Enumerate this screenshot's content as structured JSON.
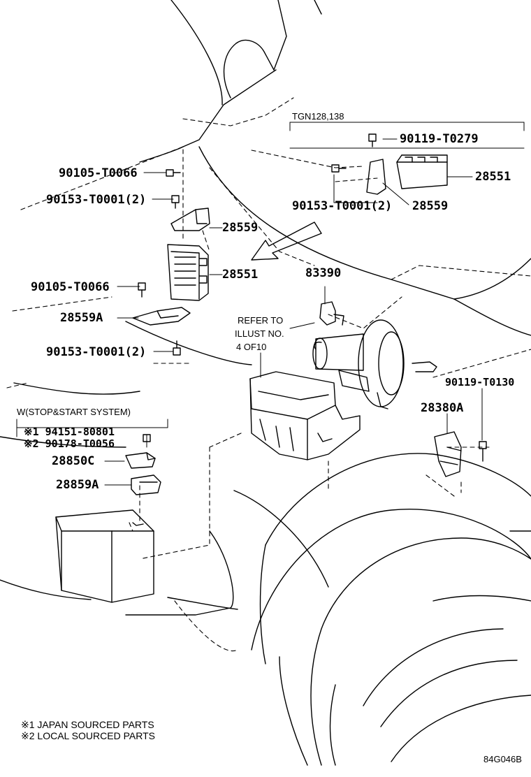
{
  "labels": {
    "tgn_note": "TGN128,138",
    "pn_90119_t0279": "90119-T0279",
    "pn_28551_upper": "28551",
    "pn_90153_upper": "90153-T0001(2)",
    "pn_28559_upper": "28559",
    "pn_90105_t0066_top": "90105-T0066",
    "pn_90153_left_top": "90153-T0001(2)",
    "pn_28559_left": "28559",
    "pn_28551_left": "28551",
    "pn_90105_t0066_mid": "90105-T0066",
    "pn_28559a": "28559A",
    "pn_90153_left_bottom": "90153-T0001(2)",
    "pn_83390": "83390",
    "refer_line1": "REFER TO",
    "refer_line2": "ILLUST NO.",
    "refer_line3": "4 OF10",
    "pn_90119_t0130": "90119-T0130",
    "pn_28380a": "28380A",
    "stopstart_title": "W(STOP&START SYSTEM)",
    "pn_94151": "※1 94151-80801",
    "pn_90178": "※2 90178-T0056",
    "pn_28850c": "28850C",
    "pn_28859a": "28859A",
    "footnote_1": "※1 JAPAN SOURCED PARTS",
    "footnote_2": "※2 LOCAL SOURCED PARTS",
    "illus_code": "84G046B"
  },
  "colors": {
    "ink": "#000000",
    "paper": "#ffffff"
  }
}
